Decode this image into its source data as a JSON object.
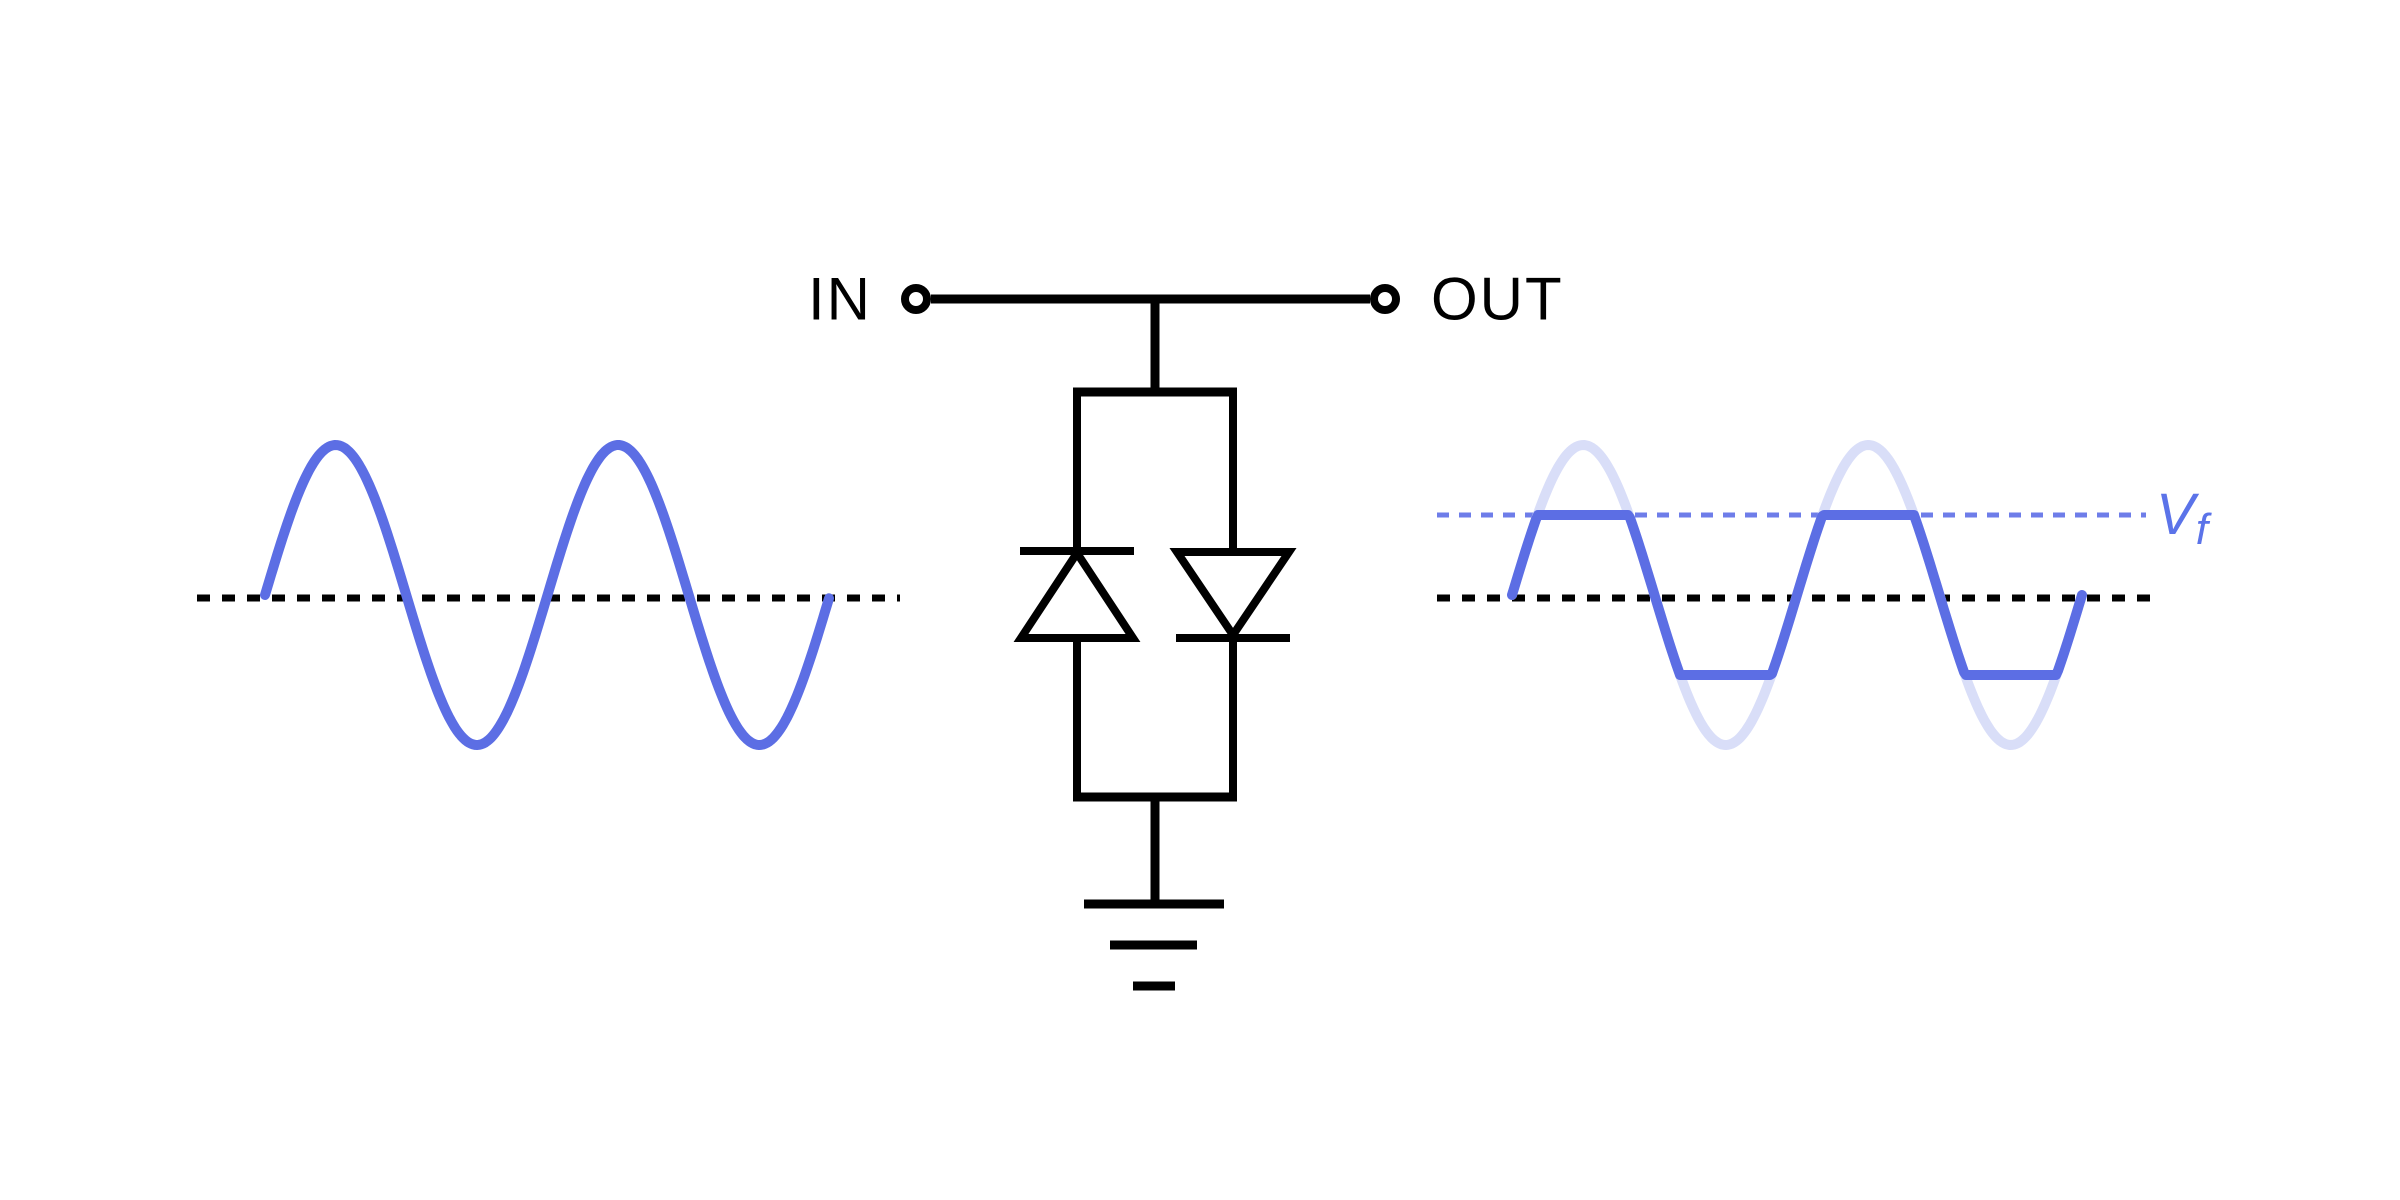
{
  "title": "Diode clipper circuit with input and output waveforms",
  "circuit": {
    "in_label": "IN",
    "out_label": "OUT",
    "terminals": [
      "input terminal",
      "output terminal"
    ],
    "diodes": [
      {
        "name": "left-diode",
        "direction": "up"
      },
      {
        "name": "right-diode",
        "direction": "down"
      }
    ],
    "ground": "earth ground symbol (3 bars)"
  },
  "colors": {
    "stroke_black": "#000000",
    "wave_blue": "#5c6ee4",
    "ghost_blue": "#d9def8",
    "clip_dash_blue": "#6e7de9",
    "vf_label_blue": "#5b73e9",
    "background": "#ffffff"
  },
  "chart_data": [
    {
      "type": "line",
      "name": "input-waveform",
      "waveform": "sine",
      "cycles": 2,
      "amplitude": 1.0,
      "baseline": 0,
      "clip_level": null,
      "baseline_style": "black dashed zero line",
      "annotations": []
    },
    {
      "type": "line",
      "name": "output-waveform",
      "waveform": "clipped-sine",
      "cycles": 2,
      "amplitude": 1.0,
      "baseline": 0,
      "clip_level": 0.533,
      "clip_label": "Vf",
      "ghost_reference": "unclipped input sine shown faint",
      "baseline_style": "black dashed zero line",
      "clip_line_style": "blue dashed line at +Vf",
      "annotations": [
        "Vf"
      ]
    }
  ]
}
